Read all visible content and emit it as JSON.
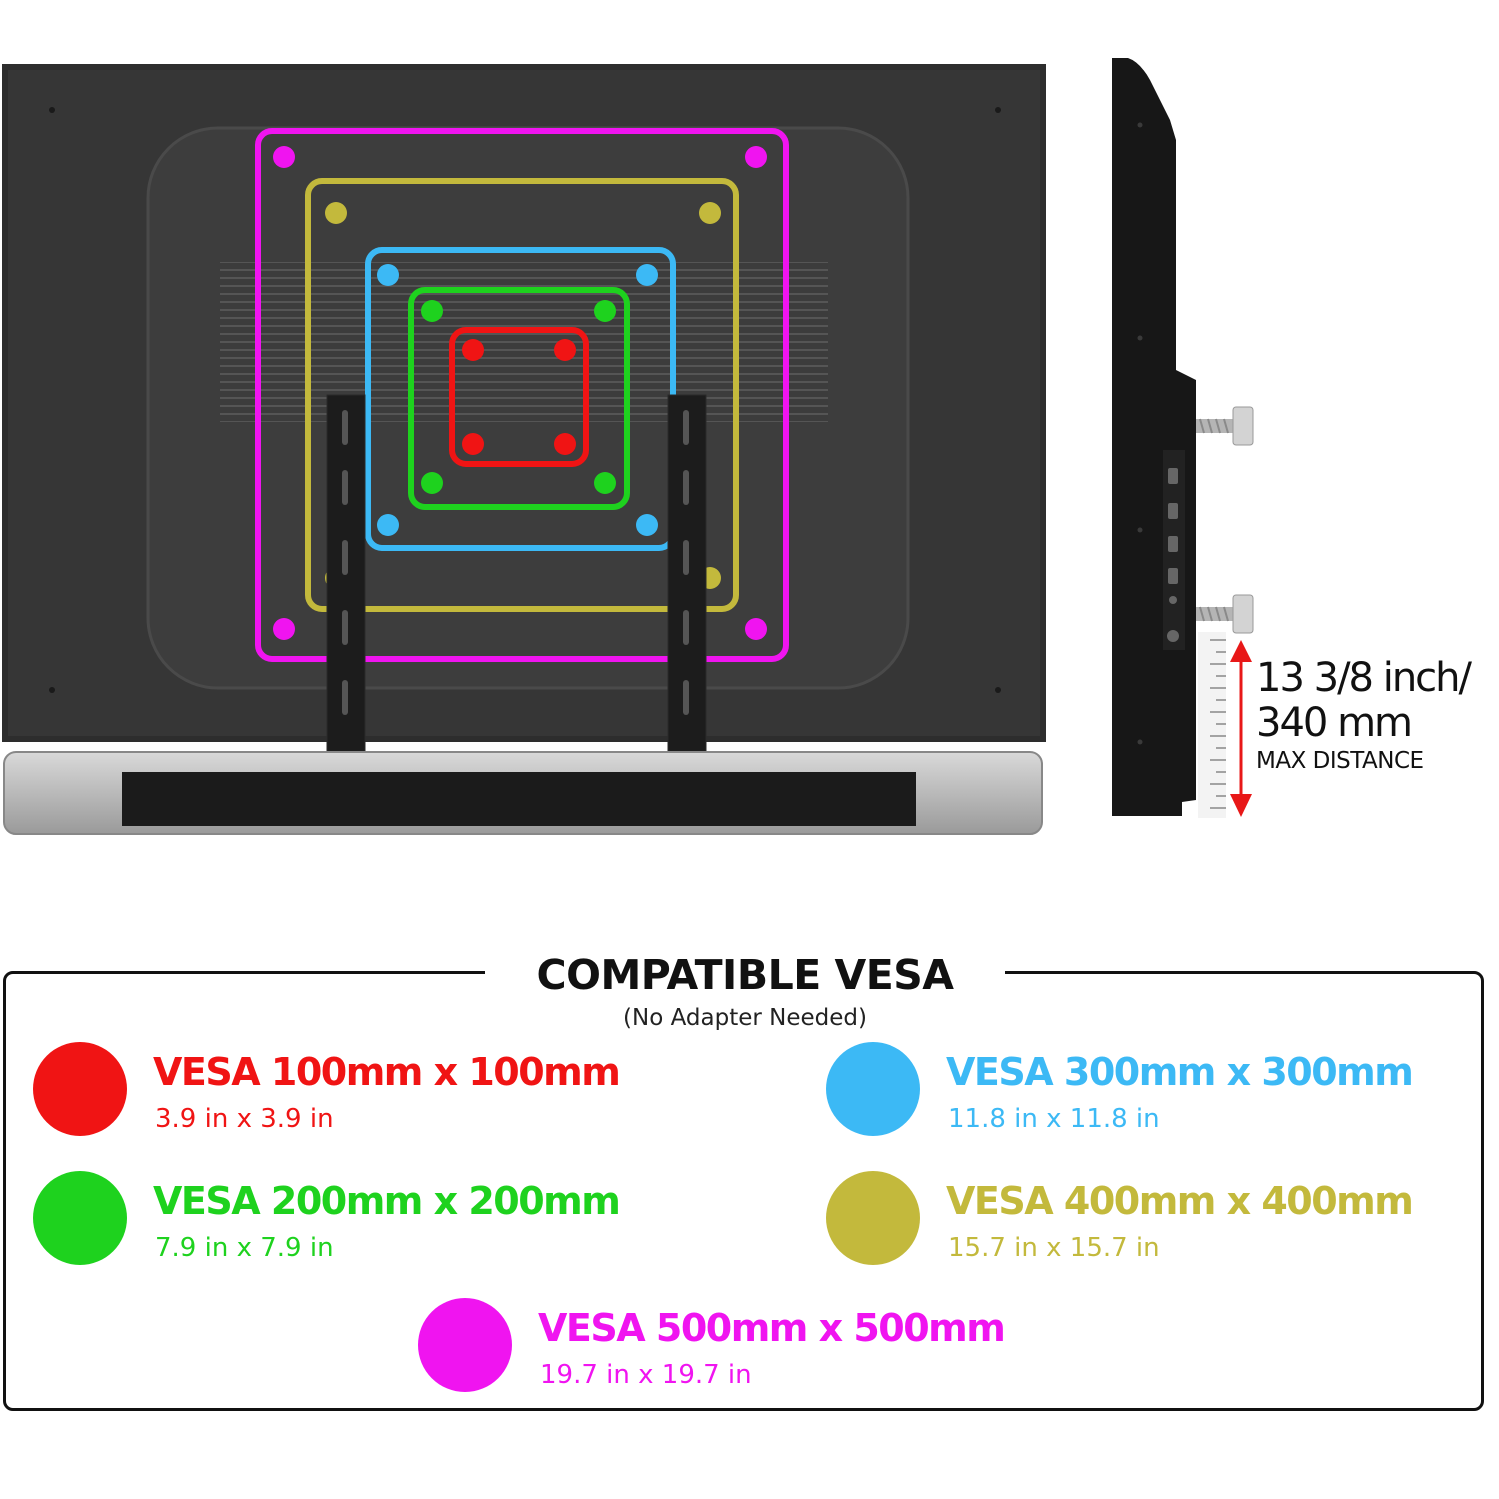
{
  "side_view": {
    "distance_line1": "13 3/8 inch/",
    "distance_line2": "340 mm",
    "distance_line3": "MAX DISTANCE"
  },
  "compatible": {
    "title": "COMPATIBLE VESA",
    "subtitle": "(No Adapter Needed)",
    "items": [
      {
        "label": "VESA 100mm x 100mm",
        "inches": "3.9 in x 3.9 in",
        "color": "#f01414"
      },
      {
        "label": "VESA 200mm x 200mm",
        "inches": "7.9 in x 7.9 in",
        "color": "#1ed21e"
      },
      {
        "label": "VESA 300mm x 300mm",
        "inches": "11.8 in x 11.8 in",
        "color": "#3cb9f5"
      },
      {
        "label": "VESA 400mm x 400mm",
        "inches": "15.7 in x 15.7 in",
        "color": "#c3b93c"
      },
      {
        "label": "VESA 500mm x 500mm",
        "inches": "19.7 in x 19.7 in",
        "color": "#f014f0"
      }
    ]
  }
}
